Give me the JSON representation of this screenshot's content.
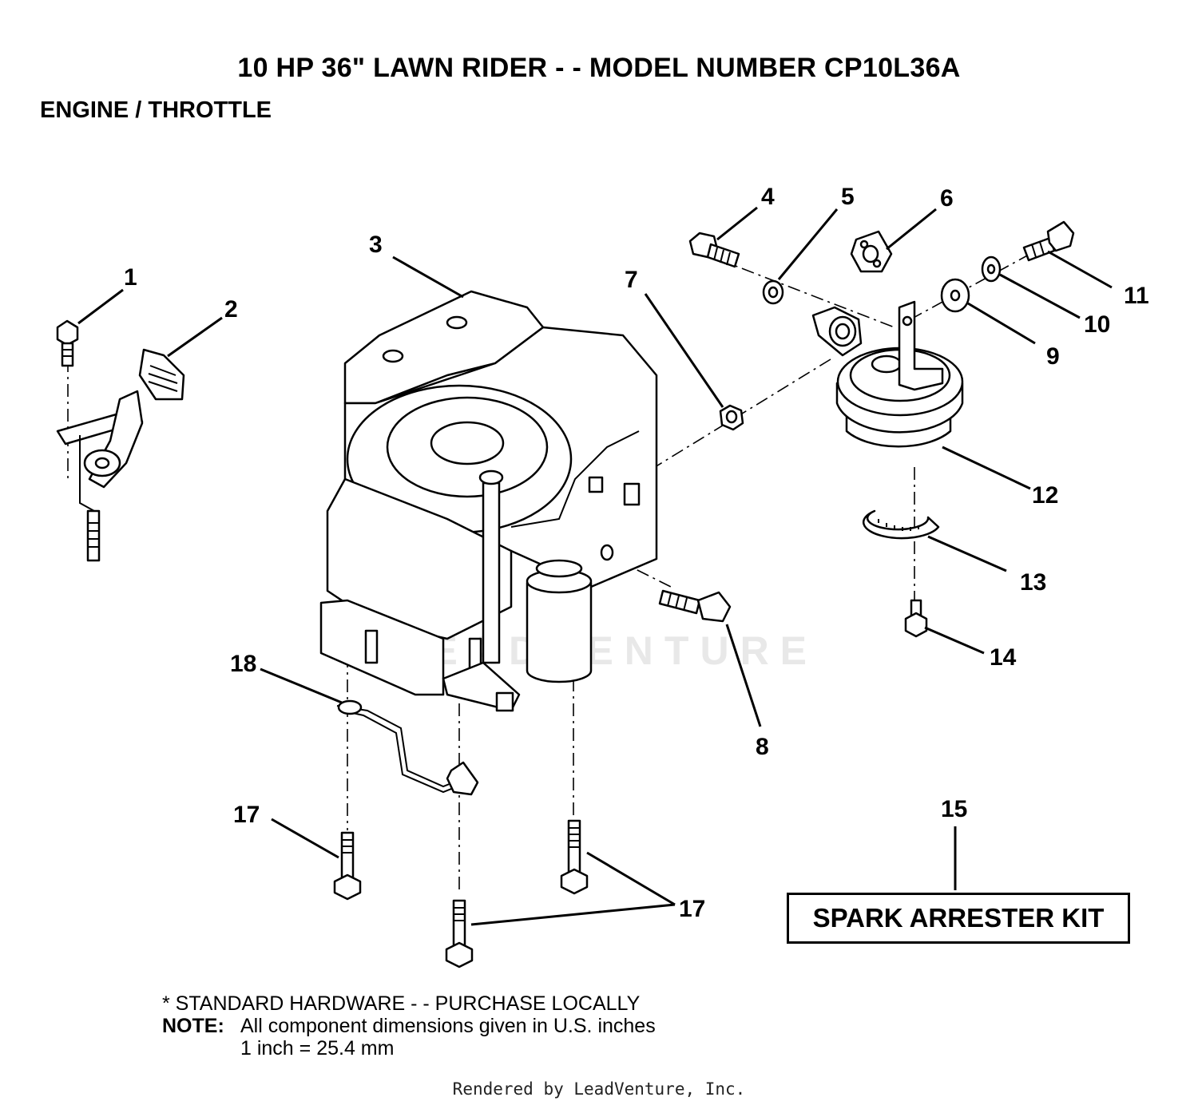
{
  "header": {
    "title": "10 HP 36\" LAWN RIDER - - MODEL NUMBER CP10L36A",
    "subtitle": "ENGINE / THROTTLE"
  },
  "callouts": [
    "1",
    "2",
    "3",
    "4",
    "5",
    "6",
    "7",
    "8",
    "9",
    "10",
    "11",
    "12",
    "13",
    "14",
    "15",
    "17",
    "17",
    "18"
  ],
  "kit_label": "SPARK ARRESTER KIT",
  "notes": {
    "standard_hardware": "* STANDARD HARDWARE - - PURCHASE LOCALLY",
    "note_label": "NOTE:",
    "note_text": "All component dimensions given in U.S. inches",
    "conversion": "1 inch = 25.4 mm"
  },
  "watermark": "LEADVENTURE",
  "footer": "Rendered by LeadVenture, Inc."
}
